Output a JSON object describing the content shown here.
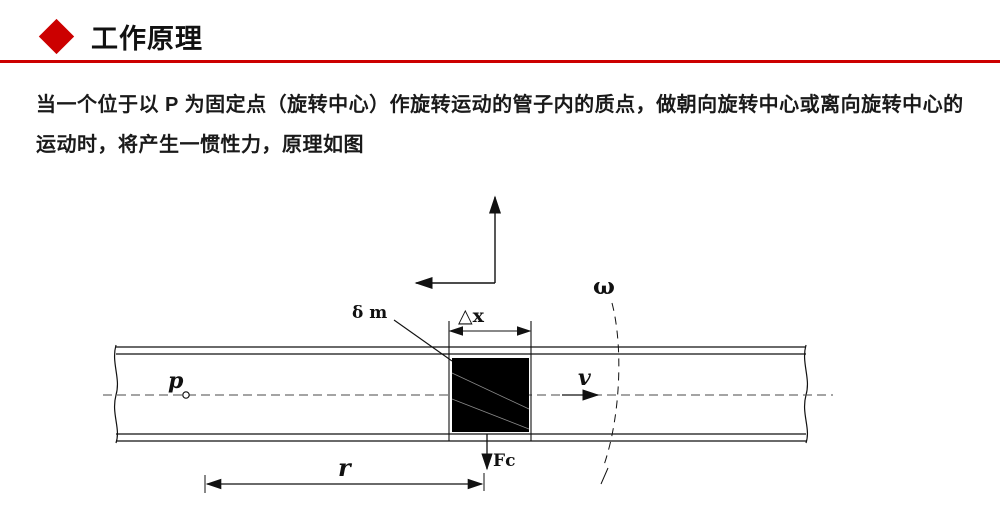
{
  "header": {
    "title": "工作原理",
    "accent_color": "#cc0000"
  },
  "intro": {
    "text": "当一个位于以 P 为固定点（旋转中心）作旋转运动的管子内的质点，做朝向旋转中心或离向旋转中心的运动时，将产生一惯性力，原理如图"
  },
  "diagram": {
    "labels": {
      "mass": "δ m",
      "displacement": "△x",
      "angular_velocity": "ω",
      "pivot": "p",
      "velocity": "v",
      "coriolis_force": "Fc",
      "radius": "r"
    },
    "colors": {
      "line": "#111111",
      "block_fill": "#000000"
    }
  }
}
